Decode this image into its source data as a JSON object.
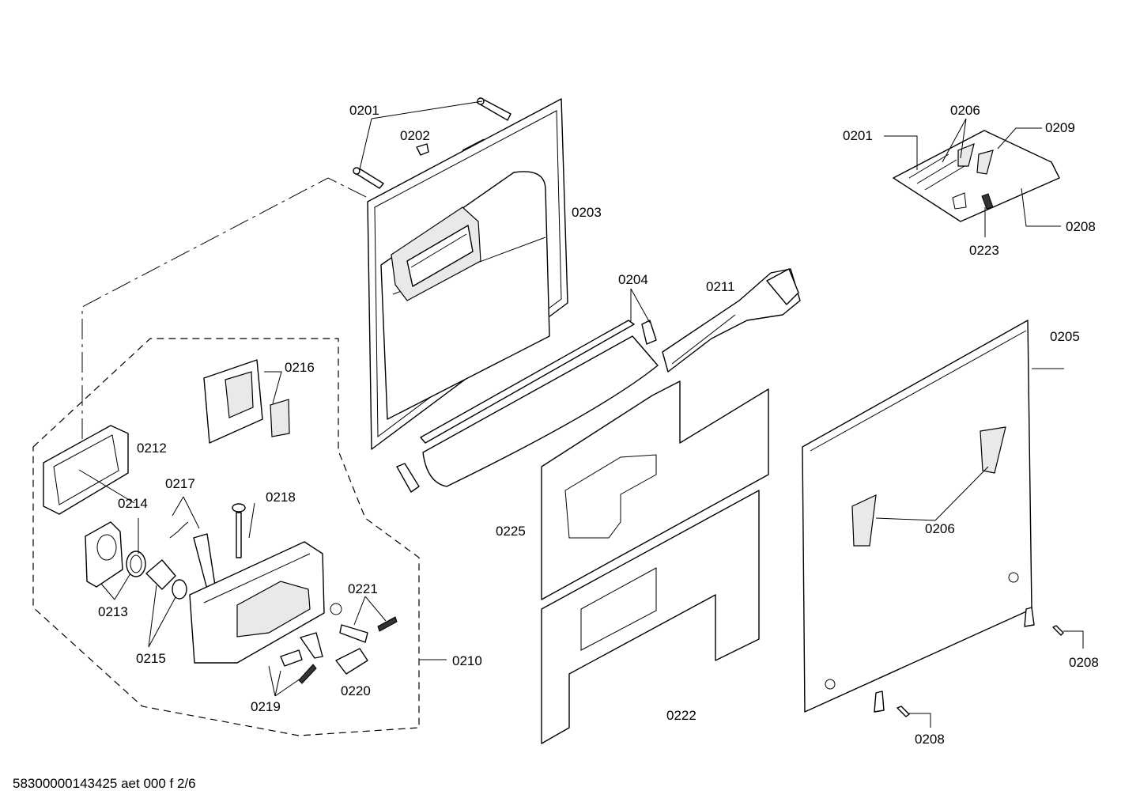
{
  "footer": {
    "text": "58300000143425 aet 000 f 2/6"
  },
  "labels": {
    "p0201a": "0201",
    "p0202": "0202",
    "p0203": "0203",
    "p0204": "0204",
    "p0211": "0211",
    "p0201b": "0201",
    "p0206a": "0206",
    "p0209": "0209",
    "p0208a": "0208",
    "p0223": "0223",
    "p0205": "0205",
    "p0216": "0216",
    "p0212": "0212",
    "p0217": "0217",
    "p0218": "0218",
    "p0214": "0214",
    "p0213": "0213",
    "p0215": "0215",
    "p0221": "0221",
    "p0210": "0210",
    "p0219": "0219",
    "p0220": "0220",
    "p0225": "0225",
    "p0222": "0222",
    "p0206b": "0206",
    "p0208b": "0208",
    "p0208c": "0208"
  }
}
